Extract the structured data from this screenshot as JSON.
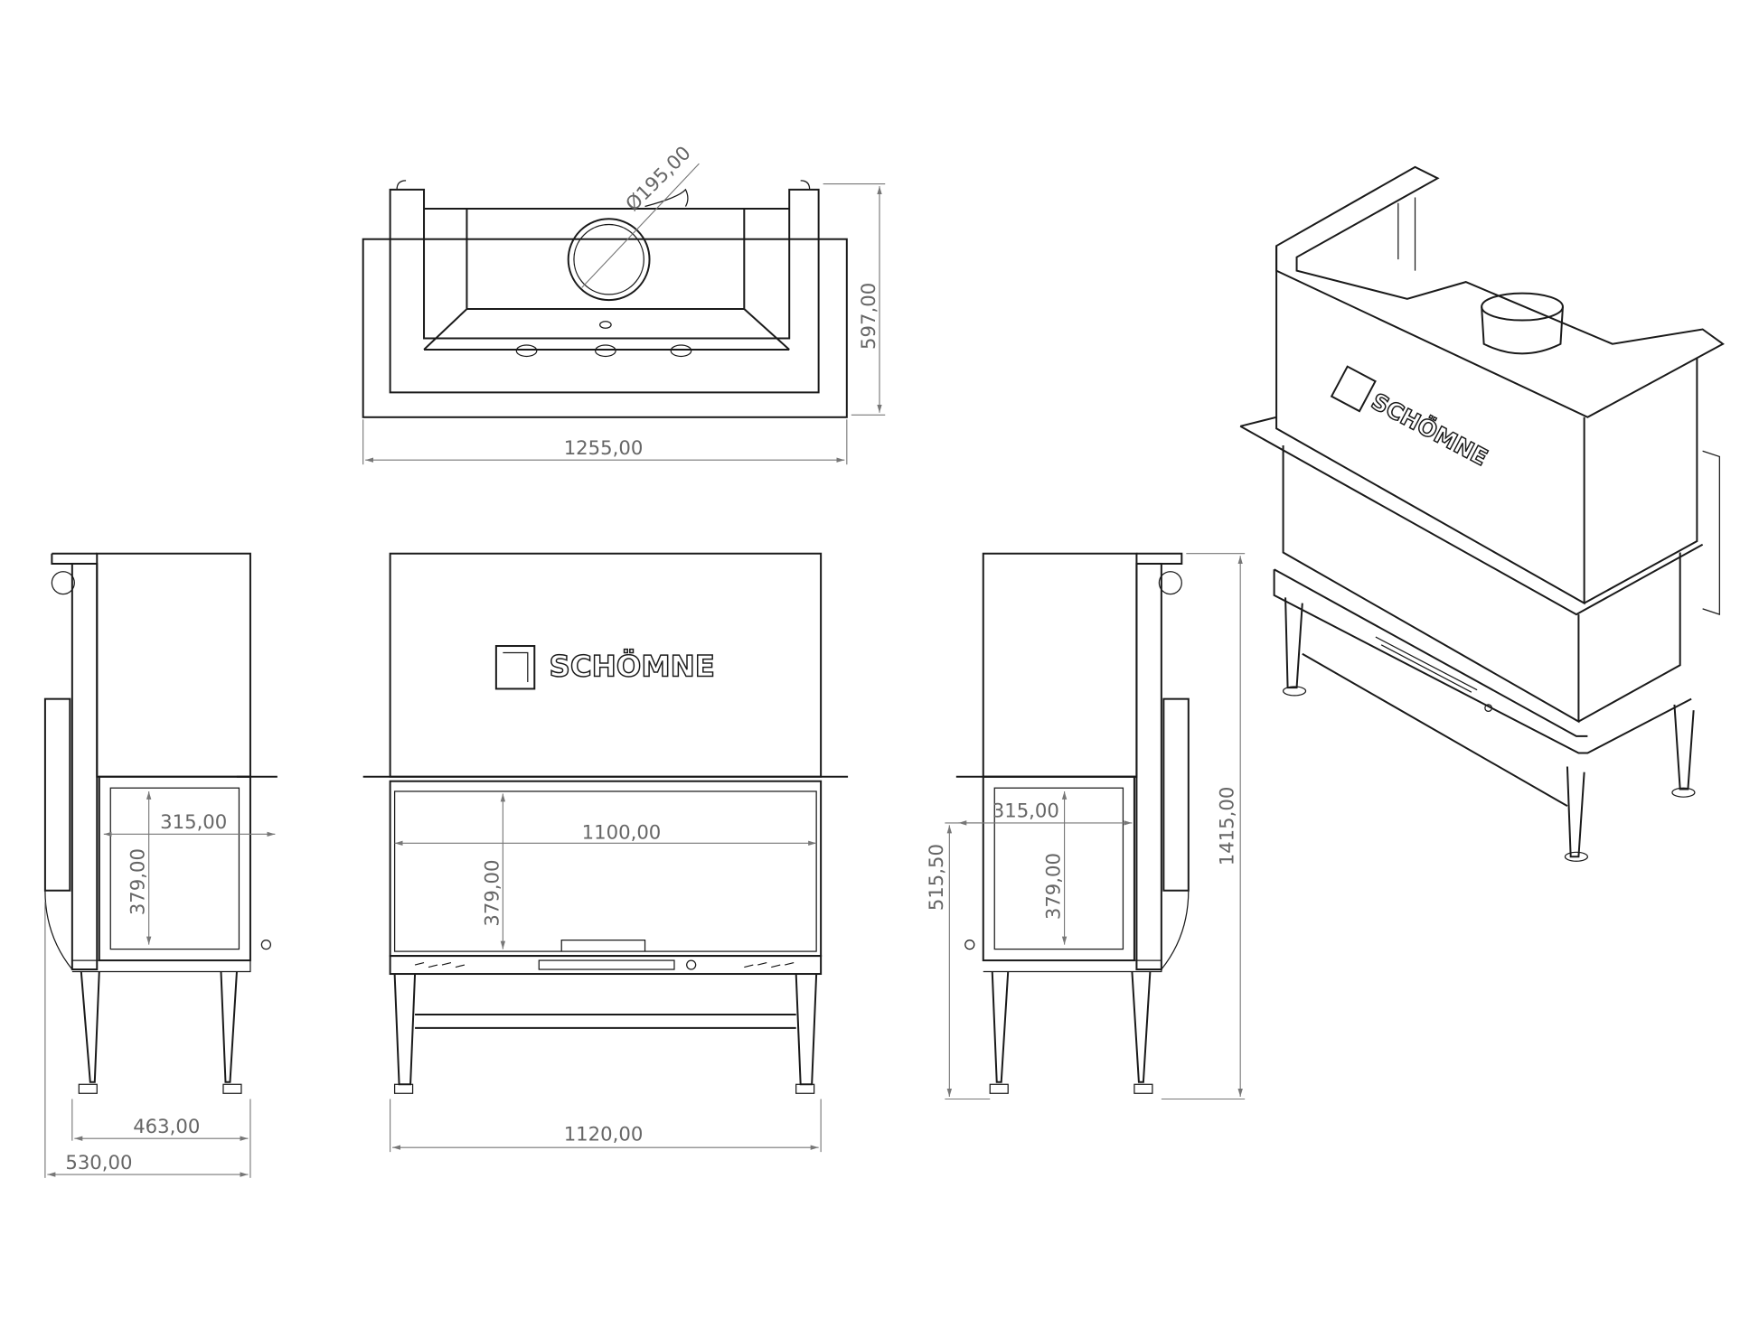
{
  "brand": "SCHÖMNE",
  "colors": {
    "line": "#1a1a1a",
    "dimension": "#777777"
  },
  "top_view": {
    "width": "1255,00",
    "depth": "597,00",
    "flue_diameter": "Ø195,00"
  },
  "left_side_view": {
    "glass_depth": "315,00",
    "glass_height": "379,00",
    "depth_body": "463,00",
    "depth_total": "530,00"
  },
  "front_view": {
    "glass_width": "1100,00",
    "glass_height": "379,00",
    "total_width": "1120,00"
  },
  "right_side_view": {
    "glass_depth": "315,00",
    "glass_height": "379,00",
    "glass_bottom_height": "515,50",
    "total_height": "1415,00"
  }
}
